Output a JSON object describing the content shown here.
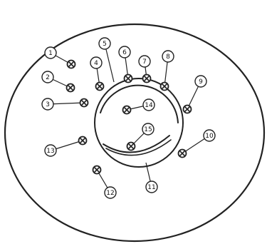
{
  "diagram": {
    "stroke_color": "#222222",
    "background": "#ffffff",
    "labels": [
      "1",
      "2",
      "3",
      "4",
      "5",
      "6",
      "7",
      "8",
      "9",
      "10",
      "11",
      "12",
      "13",
      "14",
      "15"
    ]
  }
}
